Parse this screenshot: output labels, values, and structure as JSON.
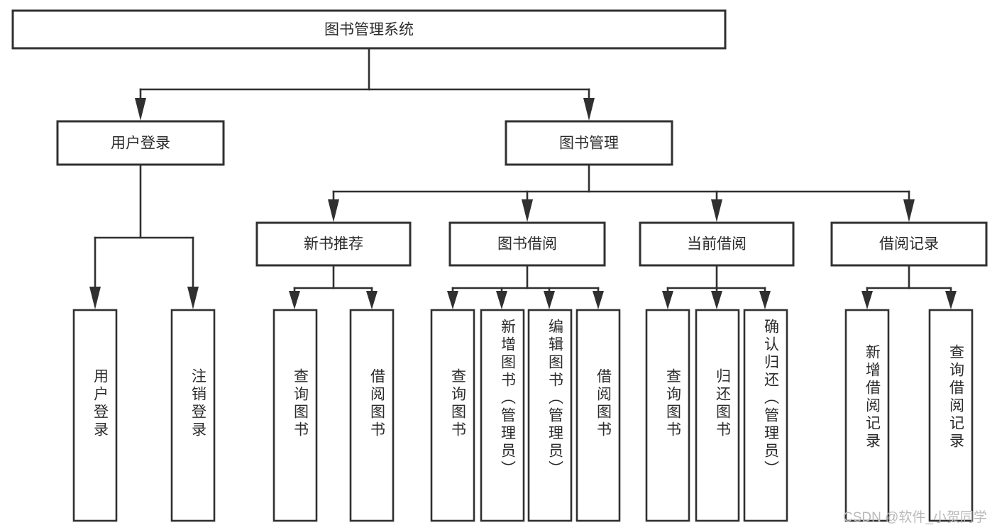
{
  "diagram": {
    "type": "tree-hierarchy-chart",
    "title": "图书管理系统",
    "background_color": "#ffffff",
    "line_color": "#303030",
    "text_color": "#2b2b2b",
    "watermark": "CSDN @软件_小贺同学",
    "levels": {
      "root": "图书管理系统",
      "level2": [
        "用户登录",
        "图书管理"
      ],
      "level3": [
        "新书推荐",
        "图书借阅",
        "当前借阅",
        "借阅记录"
      ],
      "leaves": [
        "用户登录",
        "注销登录",
        "查询图书",
        "借阅图书",
        "查询图书",
        "新增图书（管理员）",
        "编辑图书（管理员）",
        "借阅图书",
        "查询图书",
        "归还图书",
        "确认归还（管理员）",
        "新增借阅记录",
        "查询借阅记录"
      ]
    },
    "nodes": {
      "root": {
        "label": "图书管理系统"
      },
      "user_login": {
        "label": "用户登录"
      },
      "book_manage": {
        "label": "图书管理"
      },
      "new_book_rec": {
        "label": "新书推荐"
      },
      "book_borrow": {
        "label": "图书借阅"
      },
      "current_borrow": {
        "label": "当前借阅"
      },
      "borrow_record": {
        "label": "借阅记录"
      },
      "leaf_user_login": {
        "label": "用户登录"
      },
      "leaf_user_logout": {
        "label": "注销登录"
      },
      "leaf_rec_query": {
        "label": "查询图书"
      },
      "leaf_rec_borrow": {
        "label": "借阅图书"
      },
      "leaf_borrow_query": {
        "label": "查询图书"
      },
      "leaf_borrow_add": {
        "label": "新增图书（管理员）"
      },
      "leaf_borrow_edit": {
        "label": "编辑图书（管理员）"
      },
      "leaf_borrow_do": {
        "label": "借阅图书"
      },
      "leaf_cur_query": {
        "label": "查询图书"
      },
      "leaf_cur_return": {
        "label": "归还图书"
      },
      "leaf_cur_confirm": {
        "label": "确认归还（管理员）"
      },
      "leaf_rec_add": {
        "label": "新增借阅记录"
      },
      "leaf_rec_search": {
        "label": "查询借阅记录"
      }
    }
  }
}
